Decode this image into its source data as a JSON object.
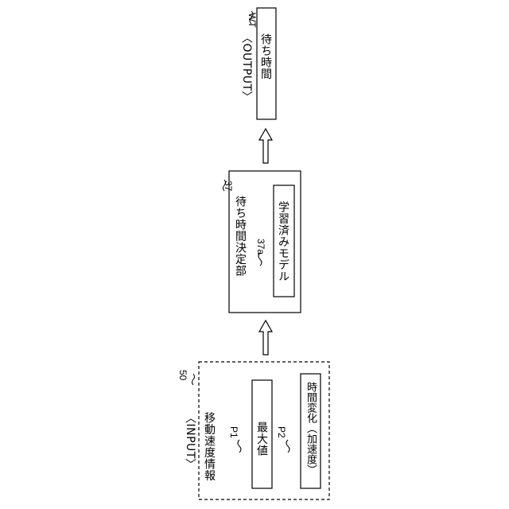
{
  "output": {
    "section_label": "〈OUTPUT〉",
    "ref": "WT",
    "box_label": "待ち時間"
  },
  "model_block": {
    "ref": "37",
    "title": "待ち時間決定部",
    "sub_ref": "37a",
    "model_label": "学習済みモデル"
  },
  "input": {
    "ref": "50",
    "section_label": "〈INPUT〉",
    "title": "移動速度情報",
    "p1_ref": "P1",
    "p1_label": "最大値",
    "p2_ref": "P2",
    "p2_label": "時間変化（加速度）"
  }
}
